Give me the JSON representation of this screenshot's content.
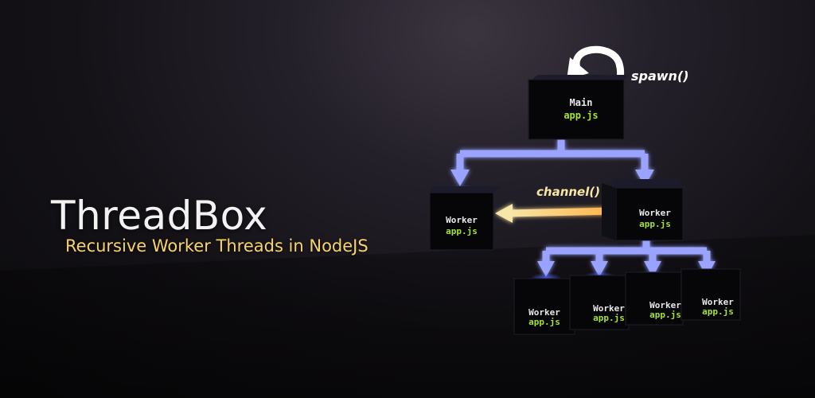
{
  "title": "ThreadBox",
  "subtitle": "Recursive Worker Threads in NodeJS",
  "colors": {
    "arrow": "#9aa3ff",
    "channel_arrow": "#f7e6a6",
    "node_label": "#e8e8e8",
    "node_file": "#a6e22e",
    "title": "#f2f2f2",
    "subtitle": "#f6d46a"
  },
  "diagram": {
    "spawn_label": "spawn()",
    "channel_label": "channel()",
    "main": {
      "label": "Main",
      "file": "app.js"
    },
    "worker_left": {
      "label": "Worker",
      "file": "app.js"
    },
    "worker_right": {
      "label": "Worker",
      "file": "app.js"
    },
    "children": [
      {
        "label": "Worker",
        "file": "app.js"
      },
      {
        "label": "Worker",
        "file": "app.js"
      },
      {
        "label": "Worker",
        "file": "app.js"
      },
      {
        "label": "Worker",
        "file": "app.js"
      }
    ]
  }
}
